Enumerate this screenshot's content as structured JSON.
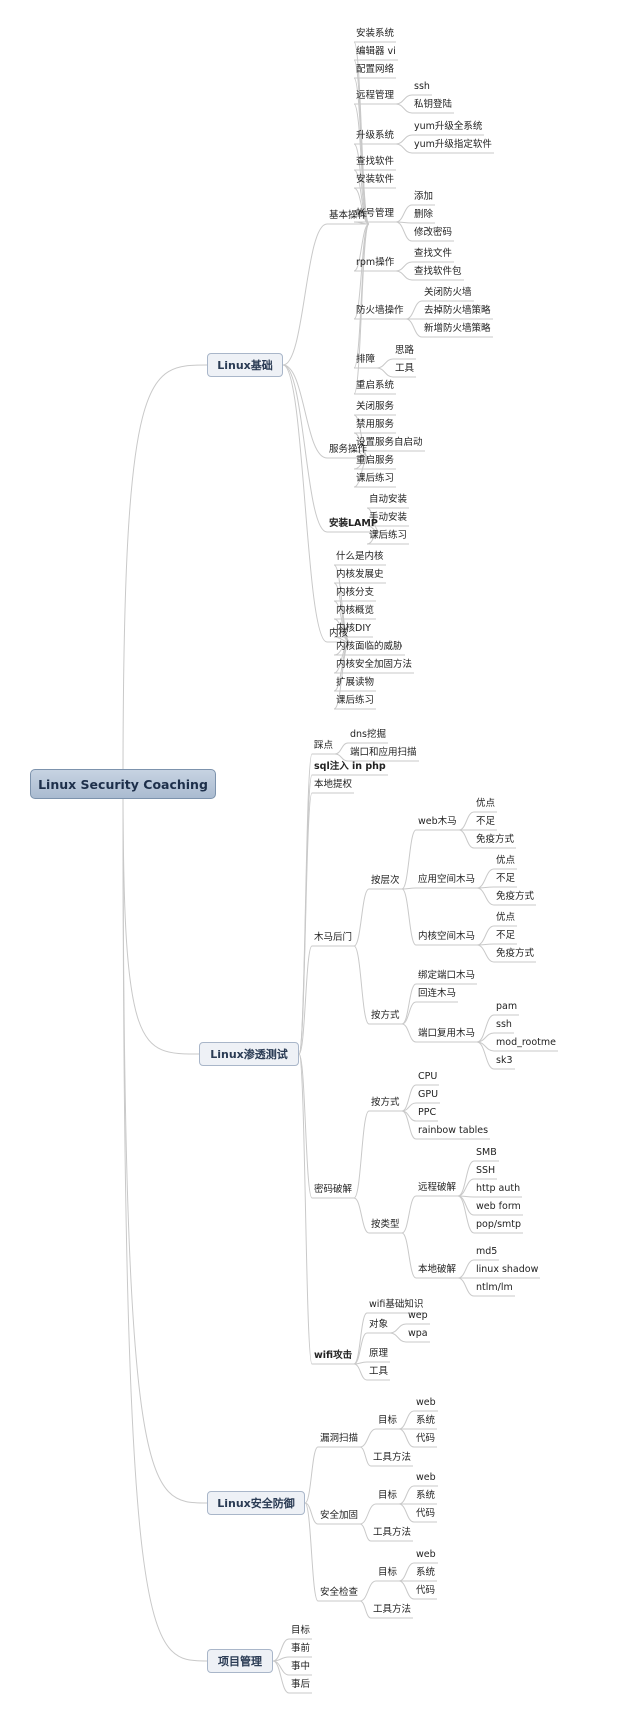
{
  "root": "Linux Security Coaching",
  "branches": {
    "basics": {
      "title": "Linux基础",
      "basic_ops": "基本操作",
      "install_system": "安装系统",
      "editor_vi": "编辑器 vi",
      "config_network": "配置网络",
      "remote_mgmt": "远程管理",
      "ssh": "ssh",
      "key_login": "私钥登陆",
      "upgrade_system": "升级系统",
      "yum_upgrade_all": "yum升级全系统",
      "yum_upgrade_pkg": "yum升级指定软件",
      "find_software": "查找软件",
      "install_software": "安装软件",
      "account_mgmt": "帐号管理",
      "add": "添加",
      "delete": "删除",
      "change_password": "修改密码",
      "rpm_ops": "rpm操作",
      "find_file": "查找文件",
      "find_package": "查找软件包",
      "firewall_ops": "防火墙操作",
      "disable_firewall": "关闭防火墙",
      "remove_fw_policy": "去掉防火墙策略",
      "add_fw_policy": "新增防火墙策略",
      "troubleshoot": "排障",
      "troubleshoot_approach": "思路",
      "troubleshoot_tools": "工具",
      "reboot": "重启系统",
      "service_ops": "服务操作",
      "stop_service": "关闭服务",
      "disable_service": "禁用服务",
      "autostart_service": "设置服务自启动",
      "restart_service": "重启服务",
      "service_exercise": "课后练习",
      "install_lamp": "安装LAMP",
      "auto_install": "自动安装",
      "manual_install": "手动安装",
      "lamp_exercise": "课后练习",
      "kernel": "内核",
      "what_is_kernel": "什么是内核",
      "kernel_history": "内核发展史",
      "kernel_branches": "内核分支",
      "kernel_overview": "内核概览",
      "kernel_diy": "内核DIY",
      "kernel_threats": "内核面临的威胁",
      "kernel_hardening": "内核安全加固方法",
      "further_reading": "扩展读物",
      "kernel_exercise": "课后练习"
    },
    "pentest": {
      "title": "Linux渗透测试",
      "recon": "踩点",
      "dns_probe": "dns挖掘",
      "port_scan": "端口和应用扫描",
      "sql_injection": "sql注入 in php",
      "local_privesc": "本地提权",
      "trojan_backdoor": "木马后门",
      "by_layer": "按层次",
      "web_trojan": "web木马",
      "web_pros": "优点",
      "web_cons": "不足",
      "web_evasion": "免疫方式",
      "userspace_trojan": "应用空间木马",
      "user_pros": "优点",
      "user_cons": "不足",
      "user_evasion": "免疫方式",
      "kernel_trojan": "内核空间木马",
      "kernel_pros": "优点",
      "kernel_cons": "不足",
      "kernel_evasion": "免疫方式",
      "by_method": "按方式",
      "bind_port_trojan": "绑定端口木马",
      "reverse_trojan": "回连木马",
      "port_reuse_trojan": "端口复用木马",
      "pam": "pam",
      "ssh": "ssh",
      "mod_rootme": "mod_rootme",
      "sk3": "sk3",
      "password_crack": "密码破解",
      "crack_by_method": "按方式",
      "cpu": "CPU",
      "gpu": "GPU",
      "ppc": "PPC",
      "rainbow_tables": "rainbow tables",
      "crack_by_type": "按类型",
      "remote_crack": "远程破解",
      "smb": "SMB",
      "ssh_crack": "SSH",
      "http_auth": "http auth",
      "web_form": "web form",
      "pop_smtp": "pop/smtp",
      "local_crack": "本地破解",
      "md5": "md5",
      "linux_shadow": "linux shadow",
      "ntlm_lm": "ntlm/lm",
      "wifi_attack": "wifi攻击",
      "wifi_basics": "wifi基础知识",
      "wifi_targets": "对象",
      "wep": "wep",
      "wpa": "wpa",
      "wifi_principle": "原理",
      "wifi_tools": "工具"
    },
    "defense": {
      "title": "Linux安全防御",
      "vuln_scan": "漏洞扫描",
      "scan_targets": "目标",
      "scan_web": "web",
      "scan_system": "系统",
      "scan_code": "代码",
      "scan_tools": "工具方法",
      "hardening": "安全加固",
      "harden_targets": "目标",
      "harden_web": "web",
      "harden_system": "系统",
      "harden_code": "代码",
      "harden_tools": "工具方法",
      "audit": "安全检查",
      "audit_targets": "目标",
      "audit_web": "web",
      "audit_system": "系统",
      "audit_code": "代码",
      "audit_tools": "工具方法"
    },
    "project": {
      "title": "项目管理",
      "goals": "目标",
      "before": "事前",
      "during": "事中",
      "after": "事后"
    }
  }
}
